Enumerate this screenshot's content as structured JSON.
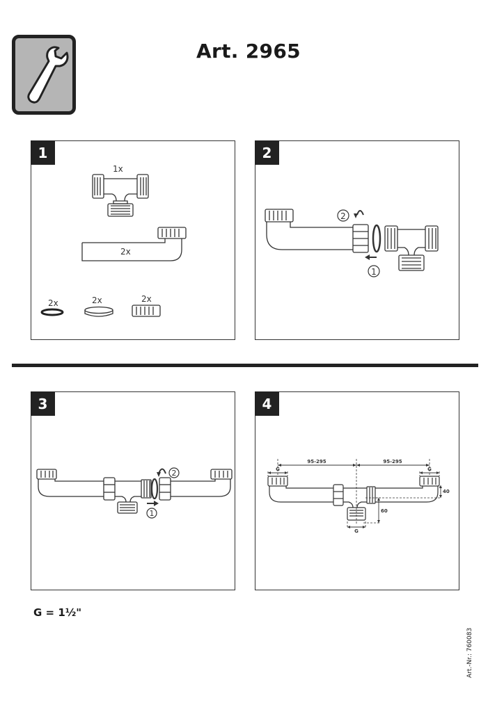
{
  "header": {
    "title": "Art. 2965",
    "tool_icon": "wrench-icon"
  },
  "steps": [
    {
      "number": "1",
      "labels": {
        "tee": "1x",
        "bend": "2x",
        "ring": "2x",
        "washer": "2x",
        "nut": "2x"
      }
    },
    {
      "number": "2",
      "callouts": {
        "first": "①",
        "second": "②"
      }
    },
    {
      "number": "3",
      "callouts": {
        "first": "①",
        "second": "②"
      }
    },
    {
      "number": "4",
      "dimensions": {
        "span_left": "95-295",
        "span_right": "95-295",
        "thread_left": "G",
        "thread_right": "G",
        "thread_bottom": "G",
        "height_small": "40",
        "height_large": "60"
      }
    }
  ],
  "footer": {
    "thread_note": "G = 1½\"",
    "article_number": "Art.-Nr.: 760083"
  },
  "colors": {
    "line": "#333333",
    "badge": "#222222",
    "icon_bg": "#b5b5b5"
  }
}
